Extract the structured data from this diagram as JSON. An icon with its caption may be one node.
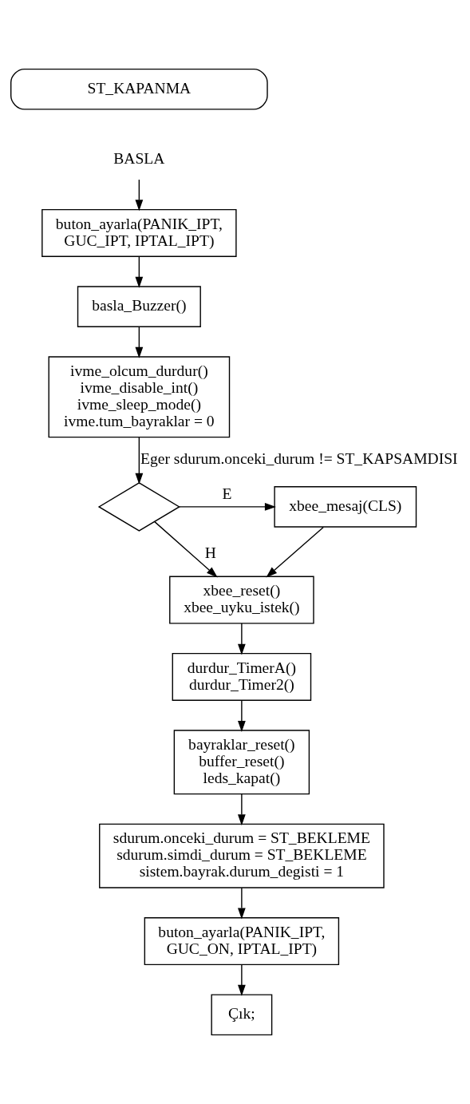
{
  "diagram": {
    "nodes": [
      {
        "text": [
          "ST_KAPANMA"
        ]
      },
      {
        "text": [
          "BASLA"
        ]
      },
      {
        "text": [
          "buton_ayarla(PANIK_IPT, GUC_IPT, IPTAL_IPT)"
        ]
      },
      {
        "text": [
          "basla_Buzzer()"
        ]
      },
      {
        "text": [
          "ivme_olcum_durdur()",
          "ivme_disable_int()",
          "ivme_sleep_mode()",
          "ivme.tum_bayraklar = 0"
        ]
      },
      {
        "text": [],
        "shape": "diamond"
      },
      {
        "text": [
          "xbee_mesaj(CLS)"
        ]
      },
      {
        "text": [
          "xbee_reset()",
          "xbee_uyku_istek()"
        ]
      },
      {
        "text": [
          "durdur_TimerA()",
          "durdur_Timer2()"
        ]
      },
      {
        "text": [
          "bayraklar_reset()",
          "buffer_reset()",
          "leds_kapat()"
        ]
      },
      {
        "text": [
          "sdurum.onceki_durum = ST_BEKLEME",
          "sdurum.simdi_durum = ST_BEKLEME",
          "sistem.bayrak.durum_degisti = 1"
        ]
      },
      {
        "text": [
          "buton_ayarla(PANIK_IPT, GUC_ON, IPTAL_IPT)"
        ]
      },
      {
        "text": [
          "Çık;"
        ]
      }
    ],
    "edges": [
      {
        "from": 1,
        "to": 2,
        "arrow": "to"
      },
      {
        "from": 2,
        "to": 3,
        "arrow": "to"
      },
      {
        "from": 3,
        "to": 4,
        "arrow": "to"
      },
      {
        "from": 4,
        "to": 5,
        "arrow": "to",
        "label": "Eger sdurum.onceki_durum != ST_KAPSAMDISI"
      },
      {
        "from": 5,
        "to": 6,
        "arrow": "to",
        "label": "E"
      },
      {
        "from": 5,
        "to": 7,
        "arrow": "to",
        "label": "H"
      },
      {
        "from": 6,
        "to": 7,
        "arrow": "to"
      },
      {
        "from": 7,
        "to": 8,
        "arrow": "to"
      },
      {
        "from": 8,
        "to": 9,
        "arrow": "to"
      },
      {
        "from": 9,
        "to": 10,
        "arrow": "to"
      },
      {
        "from": 10,
        "to": 11,
        "arrow": "to"
      },
      {
        "from": 11,
        "to": 12,
        "arrow": "to"
      }
    ]
  }
}
